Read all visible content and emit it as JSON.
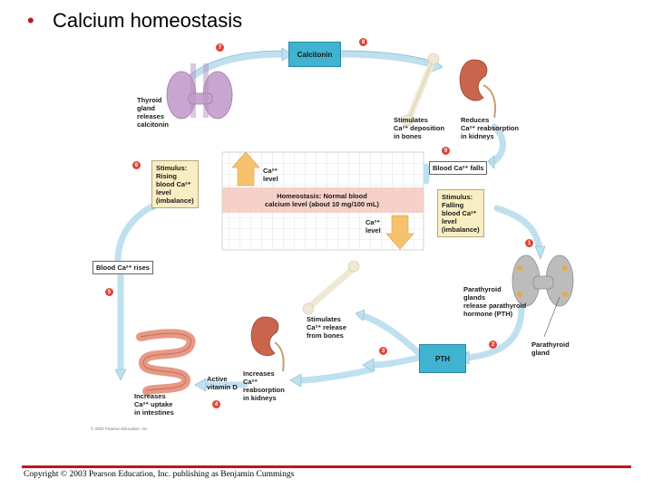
{
  "slide": {
    "bullet": "•",
    "title": "Calcium homeostasis"
  },
  "diagram": {
    "calcitonin": "Calcitonin",
    "pth": "PTH",
    "thyroid_label": "Thyroid\ngland\nreleases\ncalcitonin",
    "stimulates_deposition": "Stimulates\nCa²⁺ deposition\nin bones",
    "reduces_reabsorption": "Reduces\nCa²⁺ reabsorption\nin kidneys",
    "blood_falls": "Blood Ca²⁺ falls",
    "blood_rises": "Blood Ca²⁺ rises",
    "stimulus_rising": "Stimulus:\nRising\nblood Ca²⁺\nlevel\n(imbalance)",
    "stimulus_falling": "Stimulus:\nFalling\nblood Ca²⁺\nlevel\n(imbalance)",
    "ca_level_up": "Ca²⁺\nlevel",
    "ca_level_down": "Ca²⁺\nlevel",
    "homeostasis": "Homeostasis: Normal blood\ncalcium level (about 10 mg/100 mL)",
    "parathyroid_release": "Parathyroid\nglands\nrelease parathyroid\nhormone (PTH)",
    "parathyroid_gland": "Parathyroid\ngland",
    "stimulates_release": "Stimulates\nCa²⁺ release\nfrom bones",
    "increases_reabsorption": "Increases\nCa²⁺\nreabsorption\nin kidneys",
    "active_vitd": "Active\nvitamin D",
    "increases_uptake": "Increases\nCa²⁺ uptake\nin intestines",
    "steps": [
      "1",
      "2",
      "3",
      "4",
      "5",
      "6",
      "7",
      "8",
      "9"
    ],
    "image_credit": "© 2002 Pearson Education, Inc."
  },
  "footer": {
    "copyright": "Copyright © 2003 Pearson Education, Inc. publishing as Benjamin Cummings"
  },
  "colors": {
    "arrow": "#bfe0ef",
    "arrow_edge": "#7ab8d4",
    "teal_box": "#3fb3cf",
    "stimulus_box": "#f9edc2",
    "homeostasis_band": "#f4c9c0",
    "step_badge": "#e0453a",
    "accent_red": "#c0151b"
  }
}
